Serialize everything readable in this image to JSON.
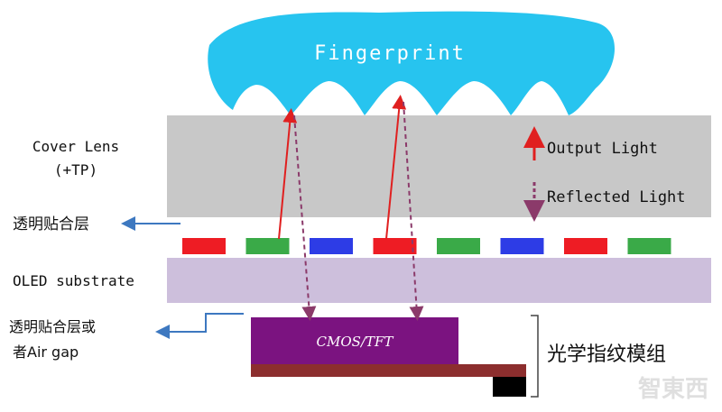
{
  "fingerprint_label": "Fingerprint",
  "cover_lens_label_line1": "Cover Lens",
  "cover_lens_label_line2": "(+TP)",
  "adhesive_label": "透明贴合层",
  "oled_label": "OLED substrate",
  "bottom_adhesive_label_line1": "透明贴合层或",
  "bottom_adhesive_label_line2": "者Air gap",
  "cmos_label": "CMOS/TFT",
  "module_label": "光学指纹模组",
  "legend": {
    "output_light": "Output Light",
    "reflected_light": "Reflected Light"
  },
  "watermark": "智東西",
  "pixel_colors": [
    "red",
    "green",
    "blue",
    "red",
    "green",
    "blue",
    "red",
    "green"
  ],
  "colors": {
    "fingerprint": "#27c4ef",
    "cover_lens": "#c8c8c8",
    "oled_substrate": "#cdbfdc",
    "cmos": "#7b1380",
    "module_base": "#8c2e2e",
    "output_arrow": "#e02020",
    "reflected_arrow": "#8b3a6a",
    "label_arrow": "#3d78c0",
    "red": "#ee1c24",
    "green": "#3aaa48",
    "blue": "#2d3ce6"
  }
}
